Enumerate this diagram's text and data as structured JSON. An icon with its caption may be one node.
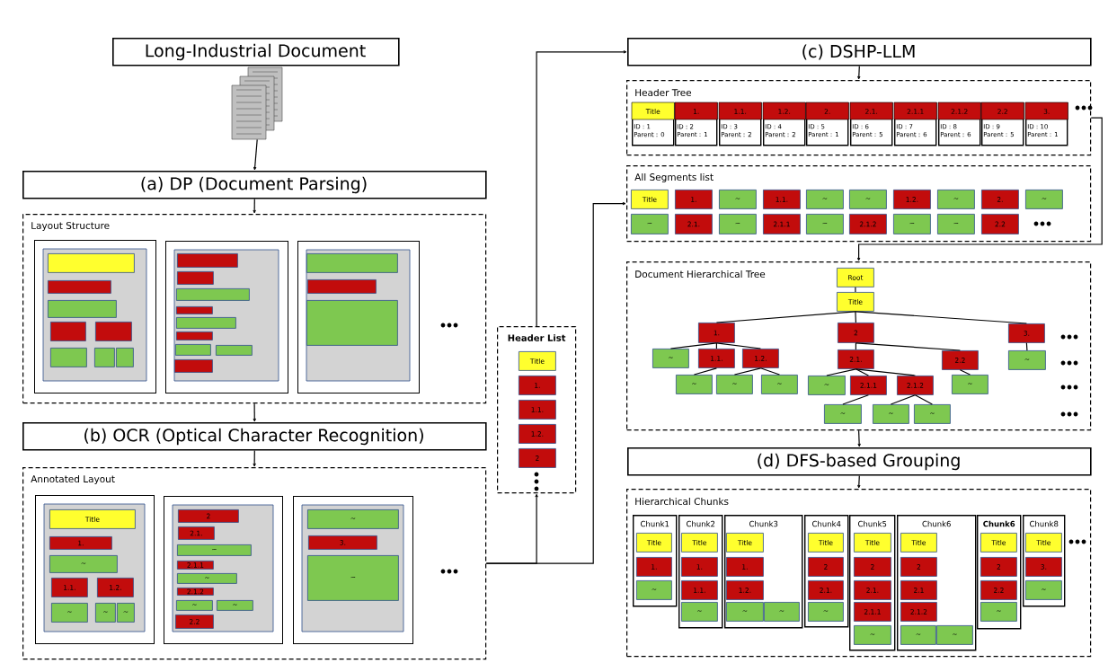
{
  "diagram": {
    "nodes": [
      {
        "text": [
          "Long-Industrial Document"
        ]
      },
      {
        "text": [],
        "shape": "picture"
      },
      {
        "text": [
          "(a) DP (Document Parsing)"
        ]
      },
      {
        "text": [
          "Layout Structure"
        ]
      },
      {
        "text": [],
        "shape": "box",
        "in": 3
      },
      {
        "text": [],
        "shape": "box",
        "in": 4
      },
      {
        "text": [],
        "shape": "box",
        "in": 4
      },
      {
        "text": [],
        "shape": "box",
        "in": 4
      },
      {
        "text": [],
        "shape": "box",
        "in": 4
      },
      {
        "text": [],
        "shape": "box",
        "in": 4
      },
      {
        "text": [],
        "shape": "box",
        "in": 4
      },
      {
        "text": [],
        "shape": "box",
        "in": 4
      },
      {
        "text": [],
        "shape": "box",
        "in": 4
      },
      {
        "text": [],
        "shape": "box",
        "in": 3
      },
      {
        "text": [],
        "shape": "box",
        "in": 13
      },
      {
        "text": [],
        "shape": "box",
        "in": 13
      },
      {
        "text": [],
        "shape": "box",
        "in": 13
      },
      {
        "text": [],
        "shape": "box",
        "in": 13
      },
      {
        "text": [],
        "shape": "box",
        "in": 13
      },
      {
        "text": [],
        "shape": "box",
        "in": 13
      },
      {
        "text": [],
        "shape": "box",
        "in": 13
      },
      {
        "text": [],
        "shape": "box",
        "in": 13
      },
      {
        "text": [],
        "shape": "box",
        "in": 13
      },
      {
        "text": [],
        "shape": "box",
        "in": 3
      },
      {
        "text": [],
        "shape": "box",
        "in": 23
      },
      {
        "text": [],
        "shape": "box",
        "in": 23
      },
      {
        "text": [],
        "shape": "box",
        "in": 23
      },
      {
        "text": [
          "(b) OCR (Optical Character Recognition)"
        ]
      },
      {
        "text": [
          "Annotated Layout"
        ]
      },
      {
        "text": [],
        "shape": "box",
        "in": 28
      },
      {
        "text": [
          "Title"
        ],
        "in": 29
      },
      {
        "text": [
          "1."
        ],
        "in": 29
      },
      {
        "text": [
          "~"
        ],
        "in": 29
      },
      {
        "text": [
          "1.1."
        ],
        "in": 29
      },
      {
        "text": [
          "1.2."
        ],
        "in": 29
      },
      {
        "text": [
          "~"
        ],
        "in": 29
      },
      {
        "text": [
          "~"
        ],
        "in": 29
      },
      {
        "text": [
          "~"
        ],
        "in": 29
      },
      {
        "text": [],
        "shape": "box",
        "in": 28
      },
      {
        "text": [
          "2"
        ],
        "in": 38
      },
      {
        "text": [
          "2.1."
        ],
        "in": 38
      },
      {
        "text": [
          "~"
        ],
        "in": 38
      },
      {
        "text": [
          "2.1.1"
        ],
        "in": 38
      },
      {
        "text": [
          "~"
        ],
        "in": 38
      },
      {
        "text": [
          "2.1.2"
        ],
        "in": 38
      },
      {
        "text": [
          "~"
        ],
        "in": 38
      },
      {
        "text": [
          "~"
        ],
        "in": 38
      },
      {
        "text": [
          "2.2"
        ],
        "in": 38
      },
      {
        "text": [],
        "shape": "box",
        "in": 28
      },
      {
        "text": [
          "~"
        ],
        "in": 48
      },
      {
        "text": [
          "3."
        ],
        "in": 48
      },
      {
        "text": [
          "~"
        ],
        "in": 48
      },
      {
        "text": [
          "Header List"
        ]
      },
      {
        "text": [
          "Title"
        ],
        "in": 52
      },
      {
        "text": [
          "1."
        ],
        "in": 52
      },
      {
        "text": [
          "1.1."
        ],
        "in": 52
      },
      {
        "text": [
          "1.2."
        ],
        "in": 52
      },
      {
        "text": [
          "2"
        ],
        "in": 52
      },
      {
        "text": [
          "(c) DSHP-LLM"
        ]
      },
      {
        "text": [
          "Header Tree"
        ]
      },
      {
        "text": [
          "Title",
          "ID : 1",
          "Parent : 0"
        ],
        "in": 59
      },
      {
        "text": [
          "1.",
          "ID : 2",
          "Parent : 1"
        ],
        "in": 59
      },
      {
        "text": [
          "1.1.",
          "ID : 3",
          "Parent : 2"
        ],
        "in": 59
      },
      {
        "text": [
          "1.2.",
          "ID : 4",
          "Parent : 2"
        ],
        "in": 59
      },
      {
        "text": [
          "2.",
          "ID : 5",
          "Parent : 1"
        ],
        "in": 59
      },
      {
        "text": [
          "2.1.",
          "ID : 6",
          "Parent : 5"
        ],
        "in": 59
      },
      {
        "text": [
          "2.1.1",
          "ID : 7",
          "Parent : 6"
        ],
        "in": 59
      },
      {
        "text": [
          "2.1.2",
          "ID : 8",
          "Parent : 6"
        ],
        "in": 59
      },
      {
        "text": [
          "2.2",
          "ID : 9",
          "Parent : 5"
        ],
        "in": 59
      },
      {
        "text": [
          "3.",
          "ID : 10",
          "Parent : 1"
        ],
        "in": 59
      },
      {
        "text": [
          "All Segments list"
        ]
      },
      {
        "text": [
          "Title"
        ],
        "in": 70
      },
      {
        "text": [
          "1."
        ],
        "in": 70
      },
      {
        "text": [
          "~"
        ],
        "in": 70
      },
      {
        "text": [
          "1.1."
        ],
        "in": 70
      },
      {
        "text": [
          "~"
        ],
        "in": 70
      },
      {
        "text": [
          "~"
        ],
        "in": 70
      },
      {
        "text": [
          "1.2."
        ],
        "in": 70
      },
      {
        "text": [
          "~"
        ],
        "in": 70
      },
      {
        "text": [
          "2."
        ],
        "in": 70
      },
      {
        "text": [
          "~"
        ],
        "in": 70
      },
      {
        "text": [
          "~"
        ],
        "in": 70
      },
      {
        "text": [
          "2.1."
        ],
        "in": 70
      },
      {
        "text": [
          "~"
        ],
        "in": 70
      },
      {
        "text": [
          "2.1.1"
        ],
        "in": 70
      },
      {
        "text": [
          "~"
        ],
        "in": 70
      },
      {
        "text": [
          "2.1.2"
        ],
        "in": 70
      },
      {
        "text": [
          "~"
        ],
        "in": 70
      },
      {
        "text": [
          "~"
        ],
        "in": 70
      },
      {
        "text": [
          "2.2"
        ],
        "in": 70
      },
      {
        "text": [
          "Document Hierarchical Tree"
        ]
      },
      {
        "text": [
          "Root"
        ],
        "in": 90
      },
      {
        "text": [
          "Title"
        ],
        "in": 90
      },
      {
        "text": [
          "1."
        ],
        "in": 90
      },
      {
        "text": [
          "2"
        ],
        "in": 90
      },
      {
        "text": [
          "3."
        ],
        "in": 90
      },
      {
        "text": [
          "~"
        ],
        "in": 90
      },
      {
        "text": [
          "1.1."
        ],
        "in": 90
      },
      {
        "text": [
          "1.2."
        ],
        "in": 90
      },
      {
        "text": [
          "2.1."
        ],
        "in": 90
      },
      {
        "text": [
          "2.2"
        ],
        "in": 90
      },
      {
        "text": [
          "~"
        ],
        "in": 90
      },
      {
        "text": [
          "~"
        ],
        "in": 90
      },
      {
        "text": [
          "~"
        ],
        "in": 90
      },
      {
        "text": [
          "~"
        ],
        "in": 90
      },
      {
        "text": [
          "~"
        ],
        "in": 90
      },
      {
        "text": [
          "2.1.1"
        ],
        "in": 90
      },
      {
        "text": [
          "2.1.2"
        ],
        "in": 90
      },
      {
        "text": [
          "~"
        ],
        "in": 90
      },
      {
        "text": [
          "~"
        ],
        "in": 90
      },
      {
        "text": [
          "~"
        ],
        "in": 90
      },
      {
        "text": [
          "~"
        ],
        "in": 90
      },
      {
        "text": [
          "(d) DFS-based Grouping"
        ]
      },
      {
        "text": [
          "Hierarchical Chunks"
        ]
      },
      {
        "text": [
          "Chunk1"
        ],
        "in": 113
      },
      {
        "text": [
          "Title"
        ],
        "in": 114
      },
      {
        "text": [
          "1."
        ],
        "in": 114
      },
      {
        "text": [
          "~"
        ],
        "in": 114
      },
      {
        "text": [
          "Chunk2"
        ],
        "in": 113
      },
      {
        "text": [
          "Title"
        ],
        "in": 118
      },
      {
        "text": [
          "1."
        ],
        "in": 118
      },
      {
        "text": [
          "1.1."
        ],
        "in": 118
      },
      {
        "text": [
          "~"
        ],
        "in": 118
      },
      {
        "text": [
          "Chunk3"
        ],
        "in": 113
      },
      {
        "text": [
          "Title"
        ],
        "in": 123
      },
      {
        "text": [
          "1."
        ],
        "in": 123
      },
      {
        "text": [
          "1.2."
        ],
        "in": 123
      },
      {
        "text": [
          "~"
        ],
        "in": 123
      },
      {
        "text": [
          "~"
        ],
        "in": 123
      },
      {
        "text": [
          "Chunk4"
        ],
        "in": 113
      },
      {
        "text": [
          "Title"
        ],
        "in": 129
      },
      {
        "text": [
          "2"
        ],
        "in": 129
      },
      {
        "text": [
          "2.1."
        ],
        "in": 129
      },
      {
        "text": [
          "~"
        ],
        "in": 129
      },
      {
        "text": [
          "Chunk5"
        ],
        "in": 113
      },
      {
        "text": [
          "Title"
        ],
        "in": 134
      },
      {
        "text": [
          "2"
        ],
        "in": 134
      },
      {
        "text": [
          "2.1."
        ],
        "in": 134
      },
      {
        "text": [
          "2.1.1"
        ],
        "in": 134
      },
      {
        "text": [
          "~"
        ],
        "in": 134
      },
      {
        "text": [
          "Chunk6"
        ],
        "in": 113
      },
      {
        "text": [
          "Title"
        ],
        "in": 140
      },
      {
        "text": [
          "2"
        ],
        "in": 140
      },
      {
        "text": [
          "2.1"
        ],
        "in": 140
      },
      {
        "text": [
          "2.1.2"
        ],
        "in": 140
      },
      {
        "text": [
          "~"
        ],
        "in": 140
      },
      {
        "text": [
          "~"
        ],
        "in": 140
      },
      {
        "text": [
          "Chunk6"
        ],
        "in": 113
      },
      {
        "text": [
          "Title"
        ],
        "in": 147
      },
      {
        "text": [
          "2"
        ],
        "in": 147
      },
      {
        "text": [
          "2.2"
        ],
        "in": 147
      },
      {
        "text": [
          "~"
        ],
        "in": 147
      },
      {
        "text": [
          "Chunk8"
        ],
        "in": 113
      },
      {
        "text": [
          "Title"
        ],
        "in": 152
      },
      {
        "text": [
          "3."
        ],
        "in": 152
      },
      {
        "text": [
          "~"
        ],
        "in": 152
      }
    ],
    "edges": [
      {
        "from": 1,
        "to": 2,
        "arrow": "to"
      },
      {
        "from": 2,
        "to": 3,
        "arrow": "to"
      },
      {
        "from": 3,
        "to": 27,
        "arrow": "to"
      },
      {
        "from": 27,
        "to": 28,
        "arrow": "to"
      },
      {
        "from": 28,
        "to": 52,
        "arrow": "to"
      },
      {
        "from": 28,
        "to": 70,
        "arrow": "to"
      },
      {
        "from": 52,
        "to": 58,
        "arrow": "to"
      },
      {
        "from": 58,
        "to": 59,
        "arrow": "to"
      },
      {
        "from": 59,
        "to": 90,
        "arrow": "to"
      },
      {
        "from": 90,
        "to": 112,
        "arrow": "to"
      },
      {
        "from": 112,
        "to": 113,
        "arrow": "to"
      },
      {
        "from": 91,
        "to": 92,
        "arrow": "none"
      },
      {
        "from": 92,
        "to": 93,
        "arrow": "none"
      },
      {
        "from": 92,
        "to": 94,
        "arrow": "none"
      },
      {
        "from": 92,
        "to": 95,
        "arrow": "none"
      },
      {
        "from": 93,
        "to": 96,
        "arrow": "none"
      },
      {
        "from": 93,
        "to": 97,
        "arrow": "none"
      },
      {
        "from": 93,
        "to": 98,
        "arrow": "none"
      },
      {
        "from": 94,
        "to": 99,
        "arrow": "none"
      },
      {
        "from": 94,
        "to": 100,
        "arrow": "none"
      },
      {
        "from": 95,
        "to": 101,
        "arrow": "none"
      },
      {
        "from": 97,
        "to": 102,
        "arrow": "none"
      },
      {
        "from": 98,
        "to": 103,
        "arrow": "none"
      },
      {
        "from": 98,
        "to": 104,
        "arrow": "none"
      },
      {
        "from": 99,
        "to": 105,
        "arrow": "none"
      },
      {
        "from": 99,
        "to": 106,
        "arrow": "none"
      },
      {
        "from": 99,
        "to": 107,
        "arrow": "none"
      },
      {
        "from": 100,
        "to": 108,
        "arrow": "none"
      },
      {
        "from": 106,
        "to": 109,
        "arrow": "none"
      },
      {
        "from": 107,
        "to": 110,
        "arrow": "none"
      },
      {
        "from": 107,
        "to": 111,
        "arrow": "none"
      }
    ]
  }
}
